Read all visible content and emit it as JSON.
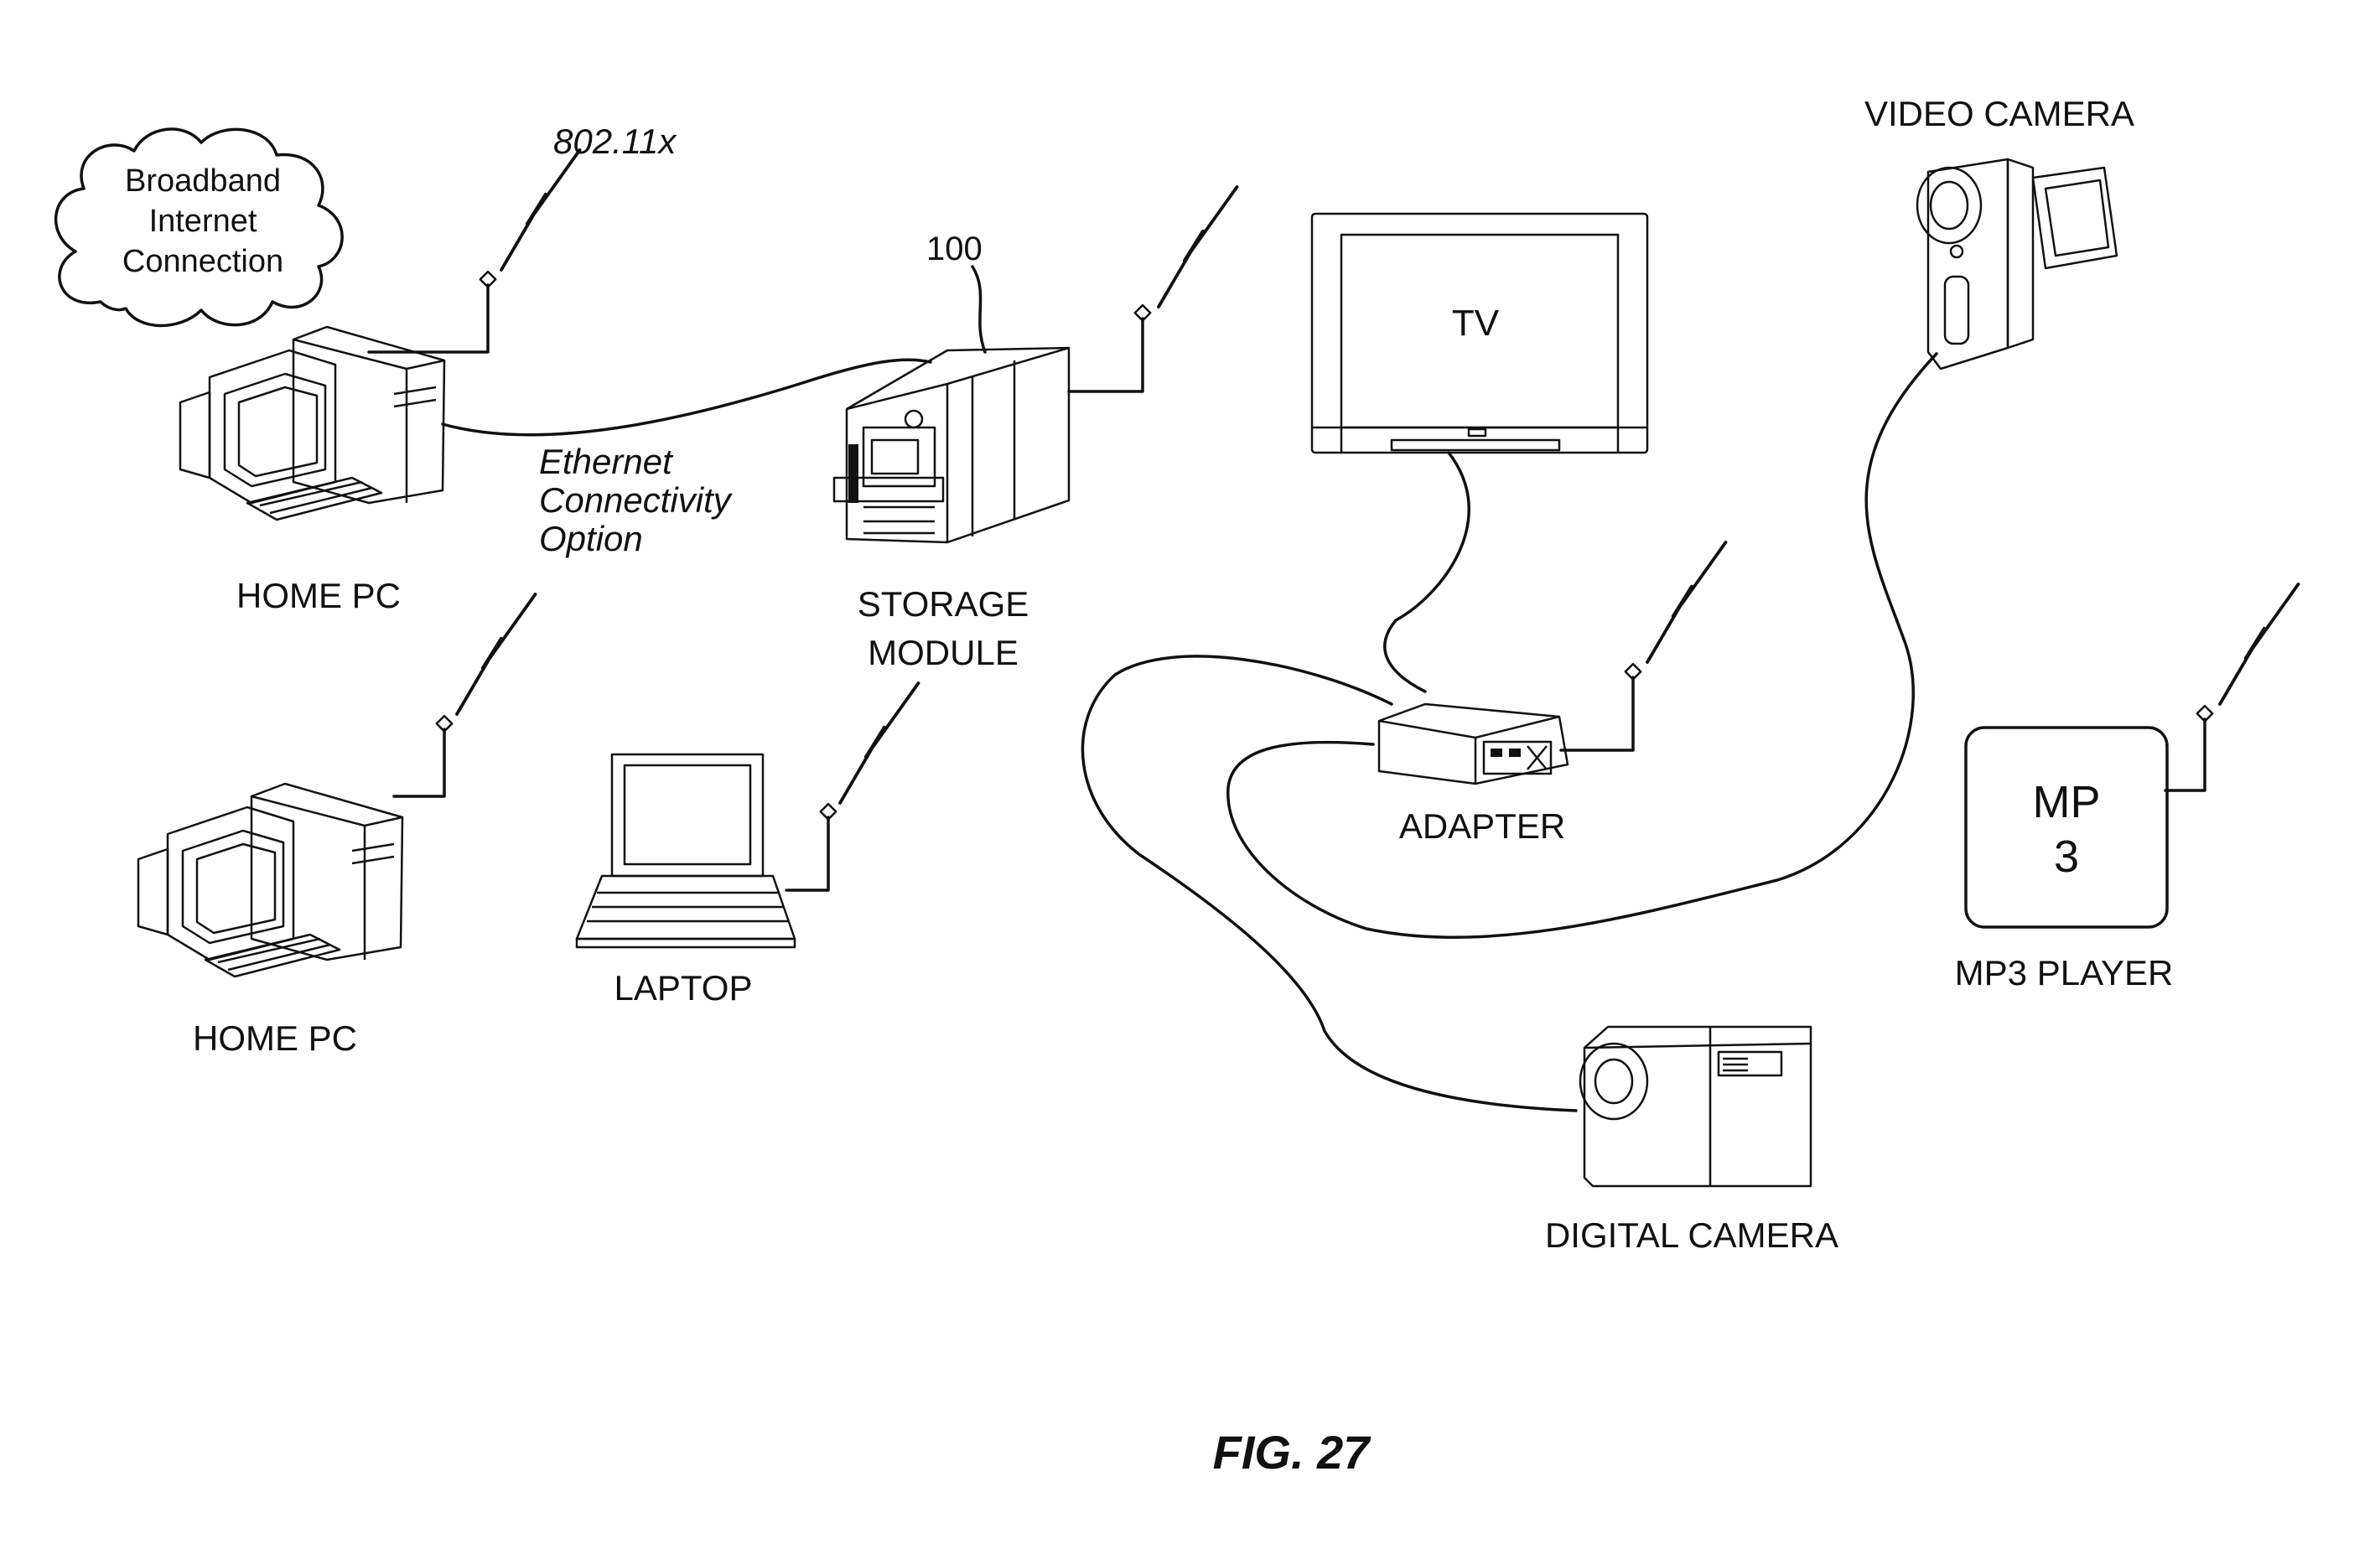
{
  "labels": {
    "broadband": [
      "Broadband",
      "Internet",
      "Connection"
    ],
    "wifi_standard": "802.11x",
    "storage_ref": "100",
    "ethernet": [
      "Ethernet",
      "Connectivity",
      "Option"
    ],
    "home_pc_1": "HOME PC",
    "home_pc_2": "HOME PC",
    "storage_module": [
      "STORAGE",
      "MODULE"
    ],
    "laptop": "LAPTOP",
    "tv": "TV",
    "video_camera": "VIDEO CAMERA",
    "adapter": "ADAPTER",
    "mp3_screen": [
      "MP",
      "3"
    ],
    "mp3_player": "MP3 PLAYER",
    "digital_camera": "DIGITAL CAMERA",
    "figure": "FIG. 27"
  }
}
